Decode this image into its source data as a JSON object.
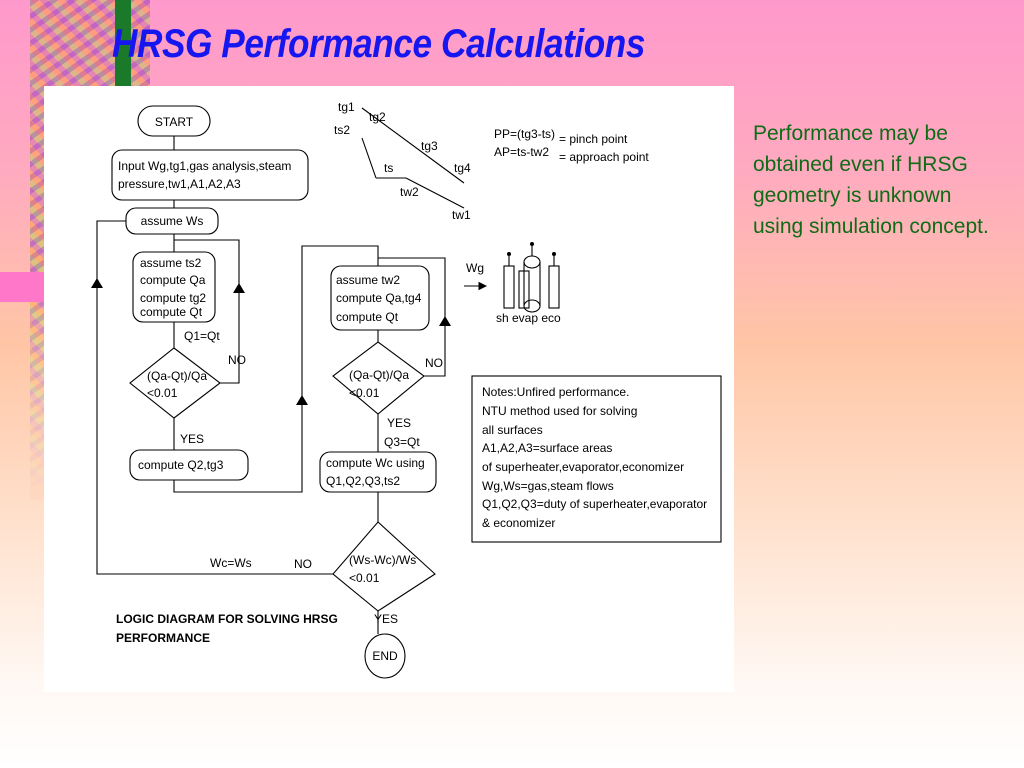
{
  "slide": {
    "title": "HRSG Performance Calculations",
    "side_text": "Performance may be obtained even if HRSG geometry is unknown using simulation concept."
  },
  "flowchart": {
    "start": "START",
    "input_line1": "Input Wg,tg1,gas analysis,steam",
    "input_line2": "pressure,tw1,A1,A2,A3",
    "assume_ws": "assume Ws",
    "box1_line1": "assume ts2",
    "box1_line2": "compute Qa",
    "box1_line3": "compute tg2",
    "box1_line4": "compute Qt",
    "q1": "Q1=Qt",
    "dec1_line1": "(Qa-Qt)/Qa",
    "dec1_line2": "<0.01",
    "no": "NO",
    "yes": "YES",
    "compute_q2": "compute Q2,tg3",
    "box2_line1": "assume tw2",
    "box2_line2": "compute Qa,tg4",
    "box2_line3": "compute Qt",
    "dec2_line1": "(Qa-Qt)/Qa",
    "dec2_line2": "<0.01",
    "q3": "Q3=Qt",
    "compute_wc_line1": "compute  Wc  using",
    "compute_wc_line2": "Q1,Q2,Q3,ts2",
    "dec3_line1": "(Ws-Wc)/Ws",
    "dec3_line2": "<0.01",
    "wc_ws": "Wc=Ws",
    "end": "END",
    "caption_line1": "LOGIC DIAGRAM FOR SOLVING HRSG",
    "caption_line2": "PERFORMANCE"
  },
  "temperature_profile": {
    "tg1": "tg1",
    "tg2": "tg2",
    "tg3": "tg3",
    "tg4": "tg4",
    "ts2": "ts2",
    "ts": "ts",
    "tw2": "tw2",
    "tw1": "tw1",
    "pp_formula": "PP=(tg3-ts)",
    "pp_label": "= pinch point",
    "ap_formula": "AP=ts-tw2",
    "ap_label": "= approach point"
  },
  "schematic": {
    "wg": "Wg",
    "labels": "sh evap eco"
  },
  "notes": [
    "Notes:Unfired performance.",
    "NTU method used for solving",
    "all surfaces",
    "A1,A2,A3=surface areas",
    "of superheater,evaporator,economizer",
    "Wg,Ws=gas,steam flows",
    "Q1,Q2,Q3=duty of superheater,evaporator",
    "& economizer"
  ]
}
